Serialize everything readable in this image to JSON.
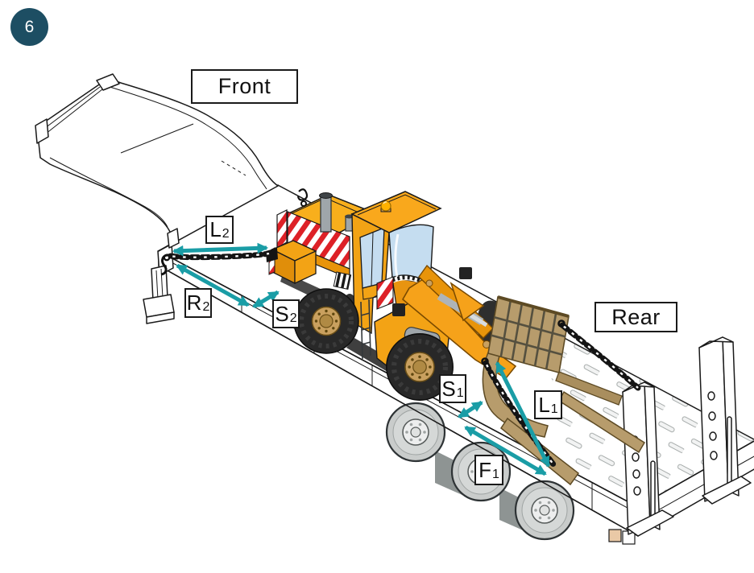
{
  "figure": {
    "badge": "6"
  },
  "labels": {
    "front": "Front",
    "rear": "Rear"
  },
  "measurements": [
    {
      "id": "l2",
      "base": "L",
      "sub": "2"
    },
    {
      "id": "r2",
      "base": "R",
      "sub": "2"
    },
    {
      "id": "s2",
      "base": "S",
      "sub": "2"
    },
    {
      "id": "s1",
      "base": "S",
      "sub": "1"
    },
    {
      "id": "f1",
      "base": "F",
      "sub": "1"
    },
    {
      "id": "l1",
      "base": "L",
      "sub": "1"
    }
  ],
  "colors": {
    "arrow": "#1A9DA6",
    "badge_bg": "#1D4E63",
    "loader_yellow": "#F6A91C",
    "stripe_red": "#DD2127",
    "fork_tan": "#B79C6C",
    "window_blue": "#C5DDF0"
  }
}
